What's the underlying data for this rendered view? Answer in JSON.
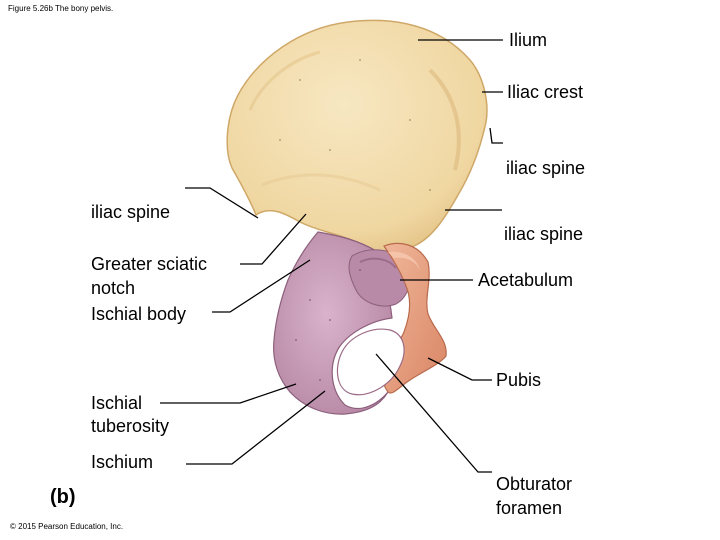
{
  "figure": {
    "title": "Figure 5.26b The bony pelvis.",
    "panel_letter": "(b)",
    "copyright": "© 2015 Pearson Education, Inc."
  },
  "labels": {
    "ilium": "Ilium",
    "iliac_crest": "Iliac crest",
    "iliac_spine_upper_right": "iliac spine",
    "iliac_spine_left": "iliac spine",
    "iliac_spine_lower_right": "iliac spine",
    "greater_sciatic_notch_line1": "Greater sciatic",
    "greater_sciatic_notch_line2": "notch",
    "ischial_body": "Ischial body",
    "acetabulum": "Acetabulum",
    "pubis": "Pubis",
    "ischial_tuberosity_line1": "Ischial",
    "ischial_tuberosity_line2": "tuberosity",
    "ischium": "Ischium",
    "obturator_foramen_line1": "Obturator",
    "obturator_foramen_line2": "foramen"
  },
  "colors": {
    "ilium": "#f2dcaa",
    "ischium": "#c79ab6",
    "pubis": "#e8a588",
    "leader_line": "#000000"
  }
}
